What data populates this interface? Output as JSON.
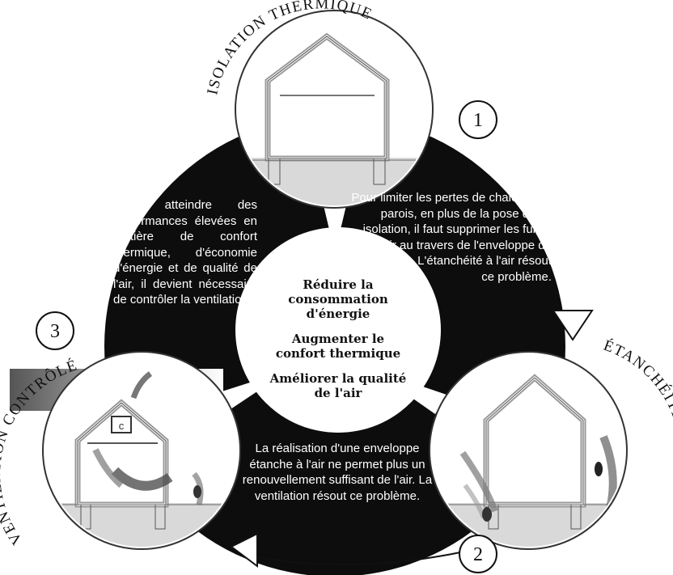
{
  "arc_labels": {
    "top": "ISOLATION THERMIQUE",
    "right": "ÉTANCHÉITÉ À L'AIR",
    "left": "VENTILATION CONTRÔLÉE"
  },
  "step_numbers": [
    "1",
    "2",
    "3"
  ],
  "center": {
    "lines": [
      "Réduire la consommation d'énergie",
      "Augmenter le confort thermique",
      "Améliorer la qualité de l'air"
    ]
  },
  "panels": {
    "left": "Pour atteindre des performances élevées en matière de confort thermique, d'économie d'énergie et de qualité de l'air, il devient nécessaire de contrôler la ventilation.",
    "right": "Pour limiter les pertes de chaleur des parois, en plus de la pose d'une isolation, il faut supprimer les fuites d'air au travers de l'enveloppe du bâtiment. L'étanchéité à l'air résout ce problème.",
    "bottom": "La réalisation d'une enveloppe étanche à l'air ne permet plus un renouvellement suffisant de l'air. La ventilation résout ce problème."
  },
  "colors": {
    "ring": "#0d0d0d",
    "paper": "#ffffff",
    "ground": "#d9d9d9",
    "airflow": "#6e6e6e"
  }
}
